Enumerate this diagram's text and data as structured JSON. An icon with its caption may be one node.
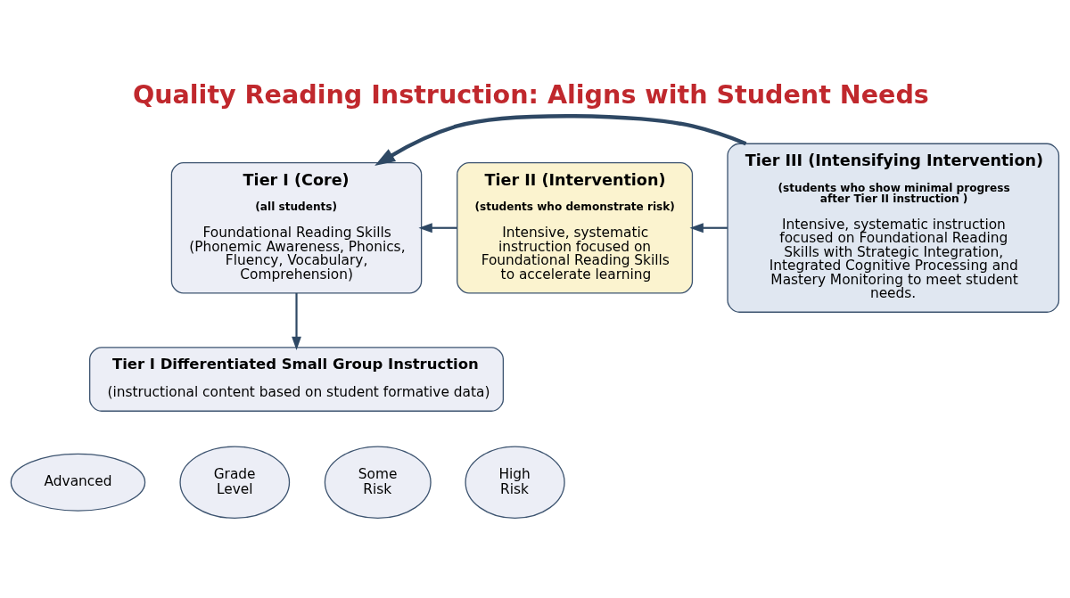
{
  "diagram": {
    "title": "Quality Reading Instruction: Aligns with Student Needs",
    "nodes": [
      {
        "text": [
          "Tier I (Core)",
          "(all students)",
          "Foundational Reading Skills (Phonemic Awareness, Phonics, Fluency, Vocabulary, Comprehension)"
        ]
      },
      {
        "text": [
          "Tier II (Intervention)",
          "(students who demonstrate risk)",
          "Intensive, systematic instruction focused on Foundational Reading Skills to accelerate learning"
        ]
      },
      {
        "text": [
          "Tier III (Intensifying Intervention)",
          "(students who show minimal progress after Tier II instruction )",
          "Intensive, systematic instruction focused on Foundational Reading Skills with Strategic Integration, Integrated Cognitive Processing and Mastery Monitoring to meet student needs."
        ]
      },
      {
        "text": [
          "Tier I Differentiated Small Group Instruction",
          "(instructional content based on student formative data)"
        ]
      },
      {
        "text": [
          "Advanced"
        ]
      },
      {
        "text": [
          "Grade Level"
        ]
      },
      {
        "text": [
          "Some Risk"
        ]
      },
      {
        "text": [
          "High Risk"
        ]
      }
    ],
    "edges": [
      {
        "from": 2,
        "to": 0,
        "arrow": "to",
        "style": "thick"
      },
      {
        "from": 1,
        "to": 0,
        "arrow": "to"
      },
      {
        "from": 2,
        "to": 1,
        "arrow": "to"
      },
      {
        "from": 0,
        "to": 3,
        "arrow": "to"
      }
    ]
  }
}
